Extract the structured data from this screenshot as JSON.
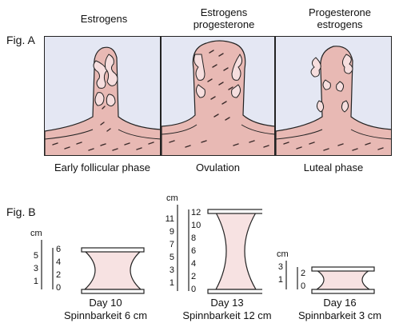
{
  "figA": {
    "label": "Fig. A",
    "panels": [
      {
        "header": "Estrogens",
        "caption": "Early follicular phase"
      },
      {
        "header": "Estrogens\nprogesterone",
        "caption": "Ovulation"
      },
      {
        "header": "Progesterone\nestrogens",
        "caption": "Luteal phase"
      }
    ]
  },
  "figB": {
    "label": "Fig. B",
    "unit": "cm",
    "items": [
      {
        "day": "Day 10",
        "spinn": "Spinnbarkeit 6 cm",
        "ticks_left": [
          "5",
          "3",
          "1"
        ],
        "ticks_right": [
          "6",
          "4",
          "2",
          "0"
        ]
      },
      {
        "day": "Day 13",
        "spinn": "Spinnbarkeit 12 cm",
        "ticks_left": [
          "11",
          "9",
          "7",
          "5",
          "3",
          "1"
        ],
        "ticks_right": [
          "12",
          "10",
          "8",
          "6",
          "4",
          "2",
          "0"
        ]
      },
      {
        "day": "Day 16",
        "spinn": "Spinnbarkeit 3 cm",
        "ticks_left": [
          "3",
          "1"
        ],
        "ticks_right": [
          "2",
          "0"
        ]
      }
    ]
  },
  "colors": {
    "tissue": "#e8b9b4",
    "tissue_dark": "#c98a84",
    "gland_fill": "#f6dede",
    "background": "#e4e7f3",
    "strand": "#f2d0cf"
  }
}
